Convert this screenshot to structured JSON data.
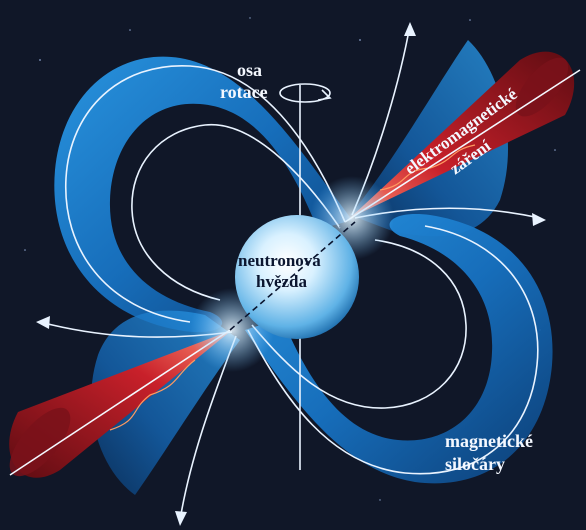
{
  "diagram": {
    "labels": {
      "rotation_axis_line1": "osa",
      "rotation_axis_line2": "rotace",
      "radiation_line1": "elektromagnetické",
      "radiation_line2": "záření",
      "star_line1": "neutronová",
      "star_line2": "hvězda",
      "field_lines_line1": "magnetické",
      "field_lines_line2": "siločáry"
    },
    "colors": {
      "background": "#101728",
      "field_band": "#1f86d6",
      "field_band_dark": "#0c3f78",
      "radiation_cone": "#c8202a",
      "radiation_cone_dark": "#5e0c12",
      "field_line": "#e9f3ff",
      "star_core": "#e8f6ff",
      "star_edge": "#2f8fd0"
    }
  }
}
